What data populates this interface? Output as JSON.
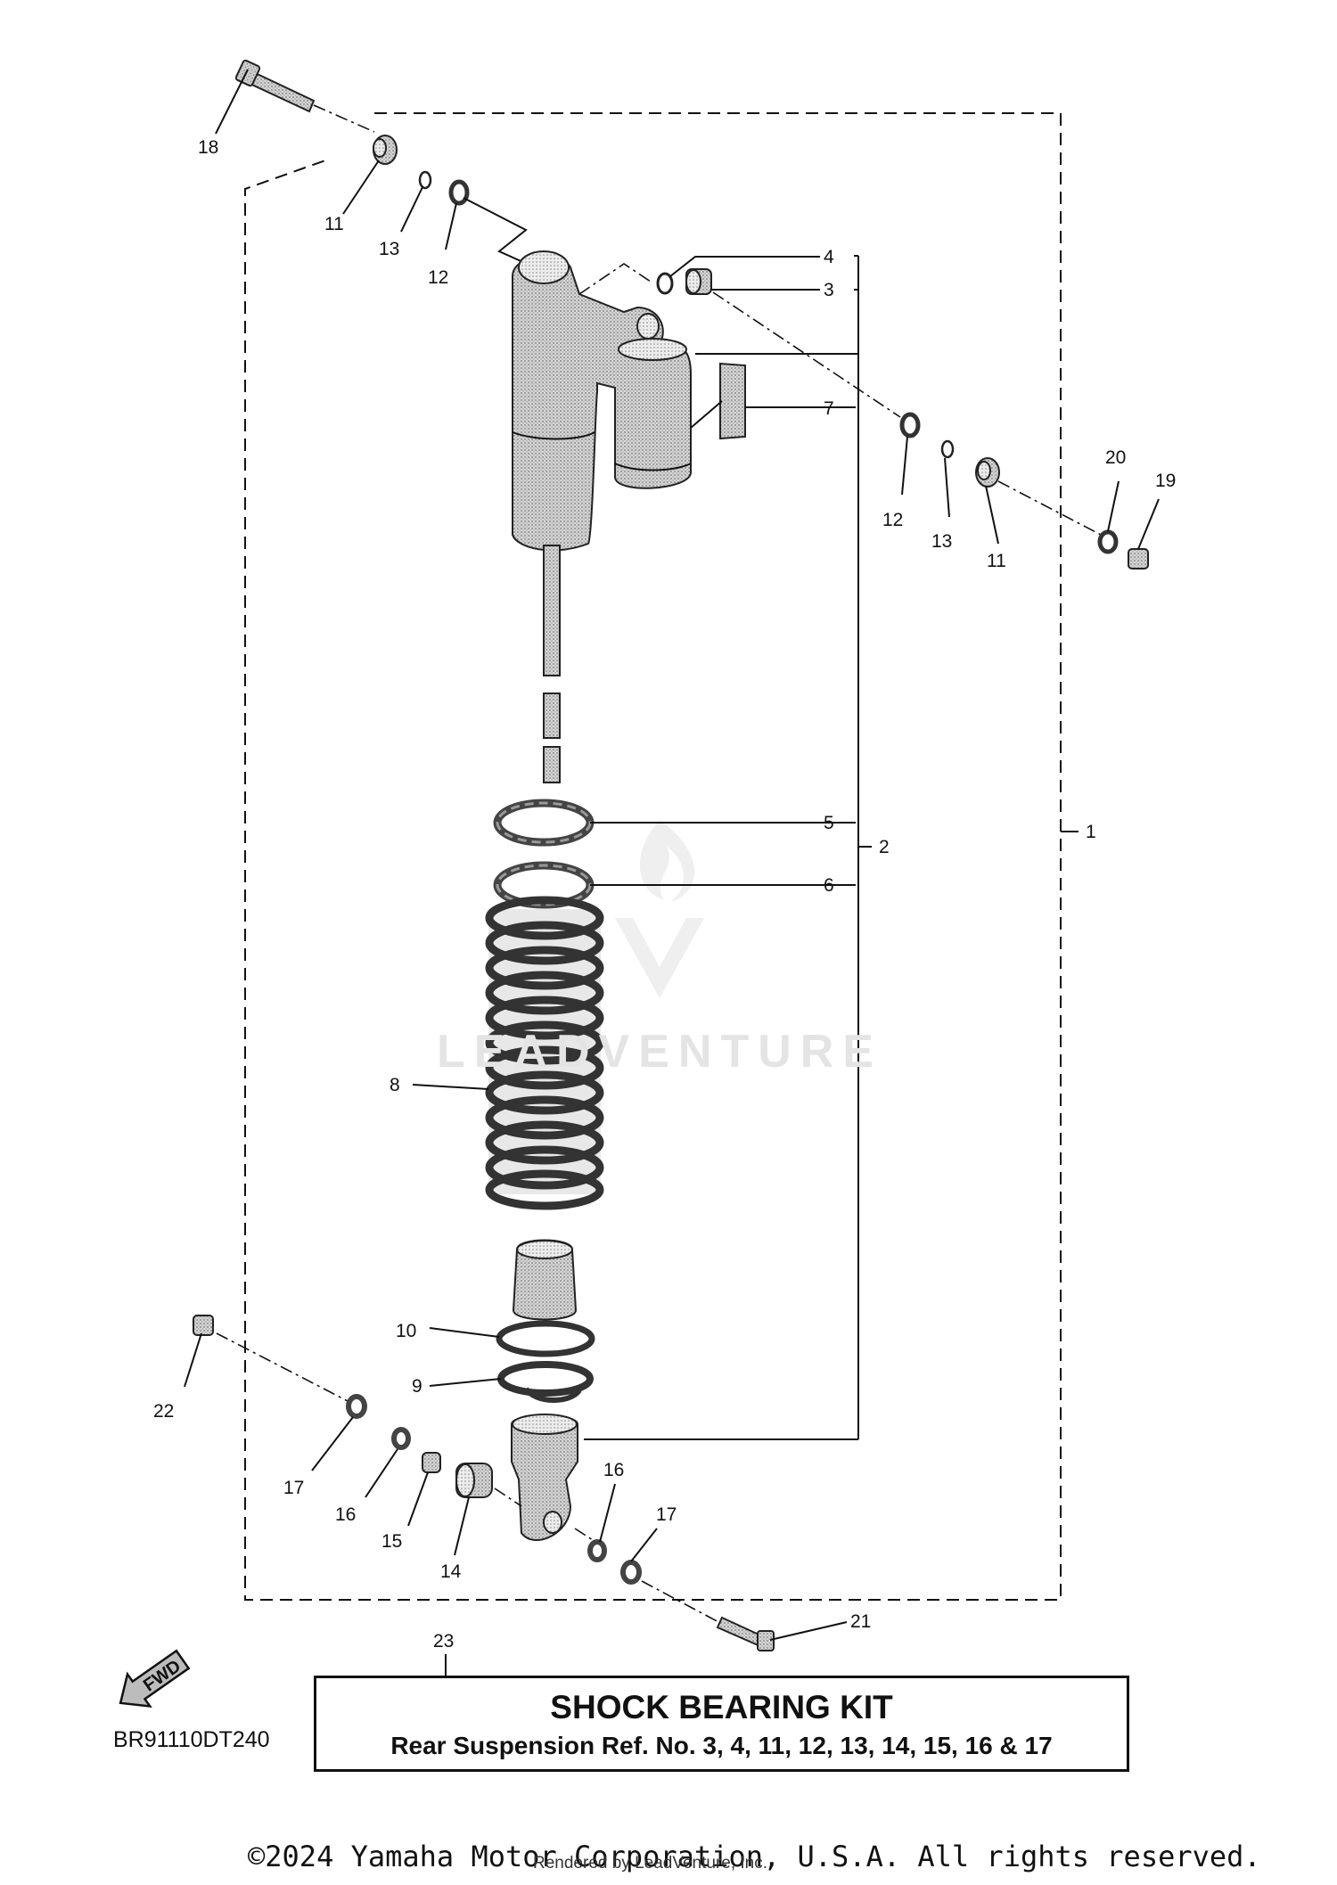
{
  "callouts": {
    "n1": "1",
    "n2": "2",
    "n3": "3",
    "n4": "4",
    "n5": "5",
    "n6": "6",
    "n7": "7",
    "n8": "8",
    "n9": "9",
    "n10": "10",
    "n11": "11",
    "n12": "12",
    "n13": "13",
    "n14": "14",
    "n15": "15",
    "n16": "16",
    "n17": "17",
    "n18": "18",
    "n19": "19",
    "n20": "20",
    "n21": "21",
    "n22": "22",
    "n23": "23"
  },
  "kit": {
    "title": "SHOCK BEARING KIT",
    "subtitle": "Rear Suspension Ref. No. 3, 4, 11, 12, 13, 14, 15, 16 & 17"
  },
  "fwd_label": "FWD",
  "diagram_code": "BR91110DT240",
  "watermark_text": "LEADVENTURE",
  "copyright": "©2024 Yamaha Motor Corporation, U.S.A. All rights reserved.",
  "rendered_by": "Rendered by LeadVenture, Inc."
}
